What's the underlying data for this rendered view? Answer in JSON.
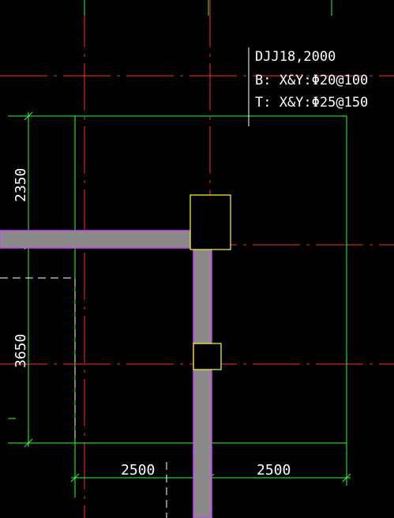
{
  "colors": {
    "background": "#000000",
    "axis": "#ff2a2a",
    "outline": "#33ff33",
    "beam_fill": "#8a8a8a",
    "beam_edge": "#d040ff",
    "column": "#ffff33",
    "text": "#ffffff"
  },
  "annotation": {
    "line1": "DJJ18,2000",
    "line2": "B: X&Y:Φ20@100",
    "line3": "T: X&Y:Φ25@150"
  },
  "dimensions": {
    "upper": "2350",
    "lower": "3650",
    "left": "2500",
    "right": "2500"
  }
}
